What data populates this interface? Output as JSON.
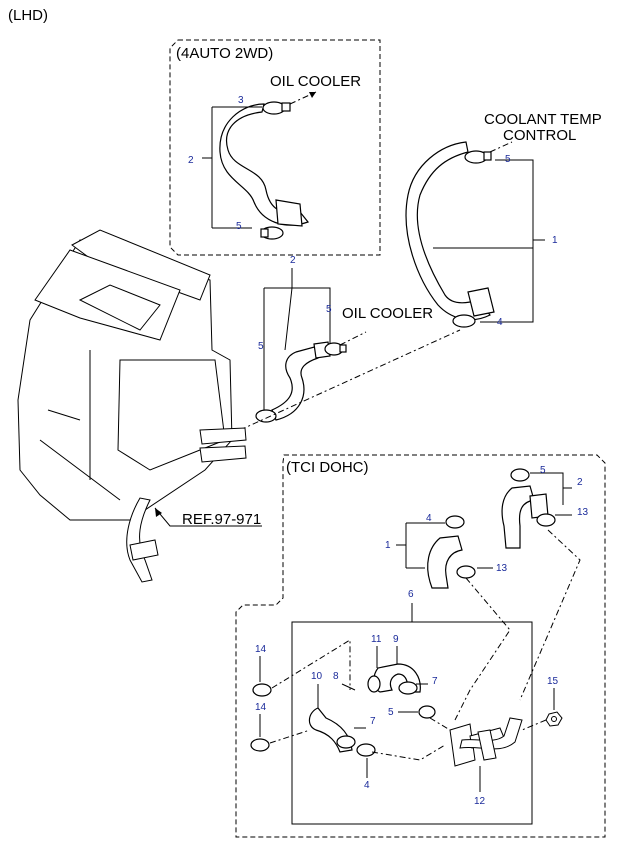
{
  "header": {
    "variant": "(LHD)"
  },
  "panels": {
    "auto2wd": {
      "title": "(4AUTO 2WD)"
    },
    "tci_dohc": {
      "title": "(TCI DOHC)"
    }
  },
  "callouts": {
    "oil_cooler_top": "OIL COOLER",
    "oil_cooler_mid": "OIL COOLER",
    "coolant_line1": "COOLANT TEMP",
    "coolant_line2": "CONTROL",
    "ref": "REF.97-971"
  },
  "parts": {
    "p_2_top": "2",
    "p_3_top": "3",
    "p_5_top": "5",
    "p_5_coolant": "5",
    "p_1_coolant": "1",
    "p_4_coolant": "4",
    "p_2_mid": "2",
    "p_5_mid_left": "5",
    "p_5_mid_right": "5",
    "p_4_tci": "4",
    "p_1_tci": "1",
    "p_13_tci_left": "13",
    "p_5_tci": "5",
    "p_2_tci": "2",
    "p_13_tci_right": "13",
    "p_6": "6",
    "p_11": "11",
    "p_9": "9",
    "p_8": "8",
    "p_7_upper": "7",
    "p_10": "10",
    "p_7_lower": "7",
    "p_5_inner": "5",
    "p_4_inner": "4",
    "p_12": "12",
    "p_14_upper": "14",
    "p_14_lower": "14",
    "p_15": "15"
  }
}
